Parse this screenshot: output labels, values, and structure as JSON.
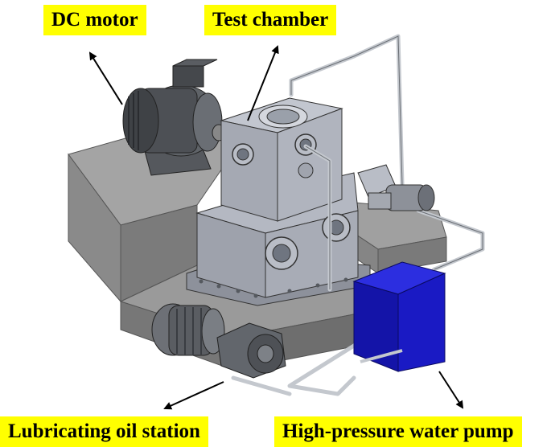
{
  "labels": {
    "dc_motor": "DC motor",
    "test_chamber": "Test chamber",
    "lubricating_oil_station": "Lubricating oil station",
    "high_pressure_water_pump": "High-pressure water pump"
  },
  "colors": {
    "label_background": "#ffff00",
    "water_pump_body": "#1212b8",
    "concrete_base": "#8c8c8c",
    "chamber_steel": "#a9adb8",
    "motor_dark": "#4a4d52",
    "piping": "#c8ccd2"
  },
  "icons": [
    "dc-motor-icon",
    "test-chamber-icon",
    "lubricating-oil-station-icon",
    "high-pressure-water-pump-icon",
    "arrow-icon"
  ]
}
